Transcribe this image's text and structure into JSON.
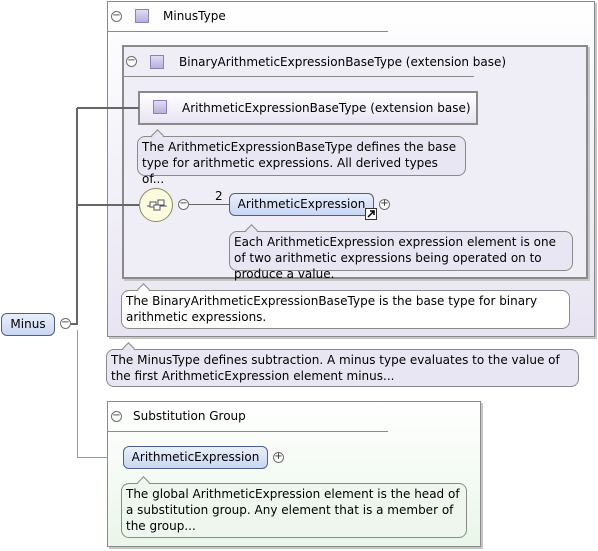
{
  "diagram": {
    "root_element": {
      "label": "Minus"
    },
    "minus_type": {
      "title": "MinusType",
      "doc": "The MinusType defines subtraction. A minus type evaluates to the value of the first ArithmeticExpression element minus..."
    },
    "binary_base": {
      "title": "BinaryArithmeticExpressionBaseType (extension base)",
      "doc": "The BinaryArithmeticExpressionBaseType is the base type for binary arithmetic expressions."
    },
    "arith_base": {
      "title": "ArithmeticExpressionBaseType (extension base)",
      "doc": "The ArithmeticExpressionBaseType defines the base type for arithmetic expressions. All derived types of..."
    },
    "sequence": {
      "multiplicity": "2",
      "element": "ArithmeticExpression",
      "doc": "Each ArithmeticExpression expression element is one of two arithmetic expressions being operated on to produce a value."
    },
    "substitution_group": {
      "title": "Substitution Group",
      "element": "ArithmeticExpression",
      "doc": "The global ArithmeticExpression element is the head of a substitution group. Any element that is a member of the group..."
    },
    "icons": {
      "collapse": "−",
      "expand": "+",
      "link": "↗"
    },
    "colors": {
      "type_fill": "#efedf6",
      "element_fill": "#c9d7f3",
      "substitution_fill": "#eaf6ea"
    }
  }
}
